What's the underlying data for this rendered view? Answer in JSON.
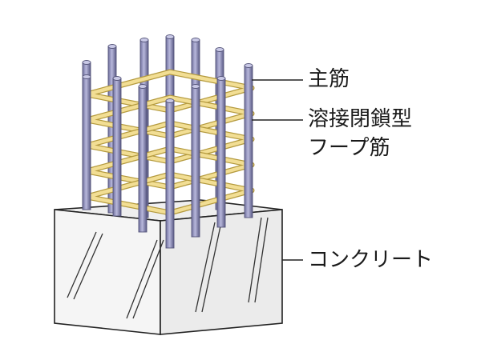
{
  "labels": {
    "main_rebar": "主筋",
    "hoop_line1": "溶接閉鎖型",
    "hoop_line2": "フープ筋",
    "concrete": "コンクリート"
  },
  "colors": {
    "rebar": "#9b9bc6",
    "rebar_dark": "#55557a",
    "hoop": "#f2de94",
    "hoop_edge": "#b49a3e",
    "concrete_top": "#efefef",
    "concrete_front": "#f6f6f6",
    "concrete_right": "#e9e9e9",
    "outline": "#222222"
  }
}
